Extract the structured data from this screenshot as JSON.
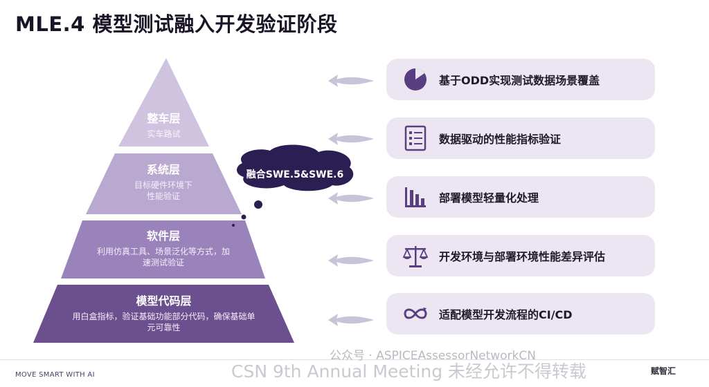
{
  "title": "MLE.4 模型测试融入开发验证阶段",
  "pyramid": {
    "layers": [
      {
        "title": "整车层",
        "desc": [
          "实车路试"
        ]
      },
      {
        "title": "系统层",
        "desc": [
          "目标硬件环境下",
          "性能验证"
        ]
      },
      {
        "title": "软件层",
        "desc": [
          "利用仿真工具、场景泛化等方式，加",
          "速测试验证"
        ]
      },
      {
        "title": "模型代码层",
        "desc": [
          "用白盒指标，验证基础功能部分代码，确保基础单",
          "元可靠性"
        ]
      }
    ],
    "bubble": "融合SWE.5&SWE.6"
  },
  "cards": [
    {
      "label": "基于ODD实现测试数据场景覆盖",
      "icon": "pie-chart-icon"
    },
    {
      "label": "数据驱动的性能指标验证",
      "icon": "checklist-icon"
    },
    {
      "label": "部署模型轻量化处理",
      "icon": "bar-chart-icon"
    },
    {
      "label": "开发环境与部署环境性能差异评估",
      "icon": "balance-scale-icon"
    },
    {
      "label": "适配模型开发流程的CI/CD",
      "icon": "infinity-loop-icon"
    }
  ],
  "footer": {
    "tagline": "MOVE SMART WITH AI",
    "brand": "赋智汇"
  },
  "watermark": {
    "wechat": "公众号 · ASPICEAssessorNetworkCN",
    "overlay": "CSN 9th Annual Meeting 未经允许不得转载"
  },
  "colors": {
    "accent": "#6b4f8f",
    "card_bg": "#ebe6f1",
    "layer1": "#cfc3df",
    "layer2": "#b9a9d1",
    "layer3": "#9a82ba",
    "layer4": "#6b4f8f"
  }
}
